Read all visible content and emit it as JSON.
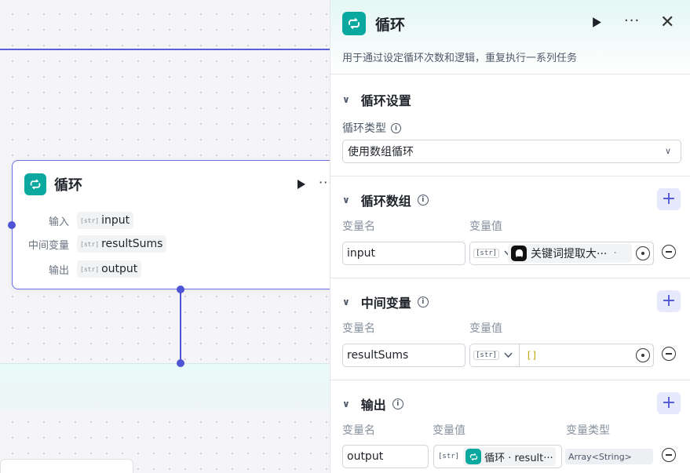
{
  "canvas": {
    "node": {
      "title": "循环",
      "rows": [
        {
          "label": "输入",
          "type": "[str]",
          "value": "input"
        },
        {
          "label": "中间变量",
          "type": "[str]",
          "value": "resultSums"
        },
        {
          "label": "输出",
          "type": "[str]",
          "value": "output"
        }
      ],
      "more": "···"
    }
  },
  "panel": {
    "title": "循环",
    "more": "···",
    "close": "✕",
    "description": "用于通过设定循环次数和逻辑，重复执行一系列任务",
    "settings": {
      "title": "循环设置",
      "type_label": "循环类型",
      "type_value": "使用数组循环"
    },
    "array": {
      "title": "循环数组",
      "col_name": "变量名",
      "col_value": "变量值",
      "name": "input",
      "type": "[str]",
      "ref": "关键词提取大···",
      "ref_suffix": "·"
    },
    "intermediate": {
      "title": "中间变量",
      "col_name": "变量名",
      "col_value": "变量值",
      "name": "resultSums",
      "type": "[str]",
      "value": "[]"
    },
    "output": {
      "title": "输出",
      "col_name": "变量名",
      "col_value": "变量值",
      "col_type": "变量类型",
      "name": "output",
      "type": "[str]",
      "ref": "循环 · result···",
      "var_type": "Array<String>"
    },
    "add": "+",
    "info": "i",
    "chevron": "∨"
  },
  "colors": {
    "accent": "#4e54d4",
    "loop_icon": "#0aa89e"
  }
}
